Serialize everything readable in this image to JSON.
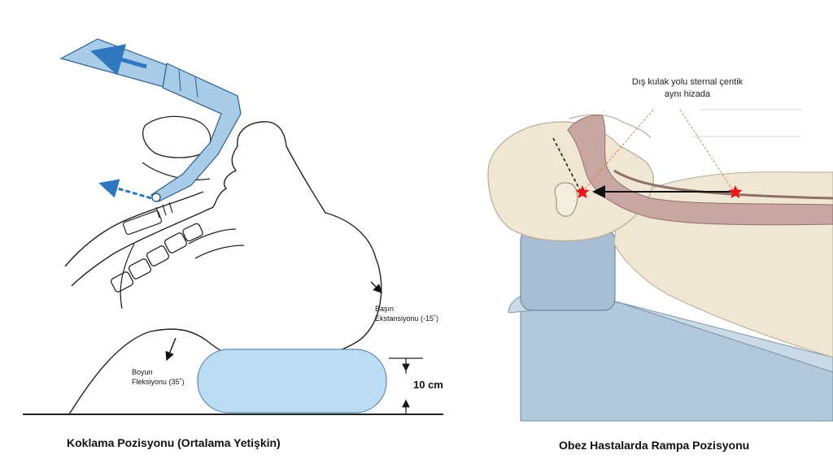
{
  "left_panel": {
    "caption": "Koklama Pozisyonu (Ortalama Yetişkin)",
    "neck_label_1": "Boyun",
    "neck_label_2": "Fleksiyonu (35˚)",
    "head_label_1": "Başın",
    "head_label_2": "Ekstansiyonu (-15˚)",
    "pillow_height": "10 cm",
    "colors": {
      "blade": "#a8cbe8",
      "arrow": "#2f78c0",
      "pillow": "#bcdcf3",
      "line": "#222222"
    }
  },
  "right_panel": {
    "caption": "Obez Hastalarda Rampa Pozisyonu",
    "note_line_1": "Dış kulak yolu sternal çentik",
    "note_line_2": "aynı hizada",
    "colors": {
      "skin": "#efe6d4",
      "airway": "#c9a6a1",
      "ramp": "#b3c8da",
      "marker": "#e81818",
      "leader": "#e0843a"
    }
  }
}
